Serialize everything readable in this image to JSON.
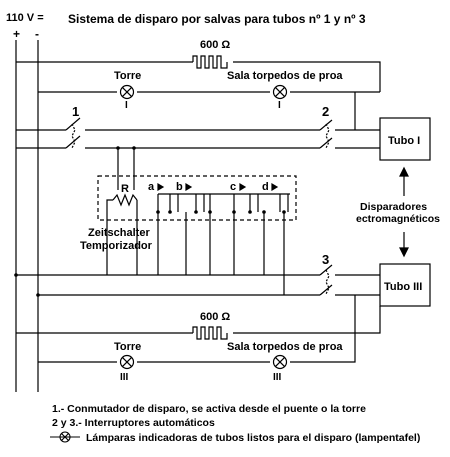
{
  "header": {
    "voltage": "110 V =",
    "plus": "+",
    "minus": "-",
    "title": "Sistema de disparo por salvas para tubos nº 1 y  nº 3"
  },
  "top_circuit": {
    "resistor": "600 Ω",
    "lamp_left_label": "Torre",
    "lamp_left_numeral": "I",
    "lamp_right_label": "Sala torpedos de proa",
    "lamp_right_numeral": "I"
  },
  "switches": {
    "s1": "1",
    "s2": "2",
    "s3": "3"
  },
  "tubes": {
    "tube1": "Tubo I",
    "tube3": "Tubo III"
  },
  "disparadores": {
    "line1": "Disparadores",
    "line2": "ectromagnéticos"
  },
  "timer": {
    "resistor": "R",
    "contacts": [
      "a",
      "b",
      "c",
      "d"
    ],
    "line1": "Zeitschalter",
    "line2": "Temporizador"
  },
  "bottom_circuit": {
    "resistor": "600 Ω",
    "lamp_left_label": "Torre",
    "lamp_left_numeral": "III",
    "lamp_right_label": "Sala torpedos de proa",
    "lamp_right_numeral": "III"
  },
  "legend": {
    "line1": "1.- Conmutador de disparo, se activa desde el puente o la torre",
    "line2": "2 y 3.- Interruptores automáticos",
    "line3": "Lámparas indicadoras de tubos listos para el disparo (lampentafel)"
  }
}
